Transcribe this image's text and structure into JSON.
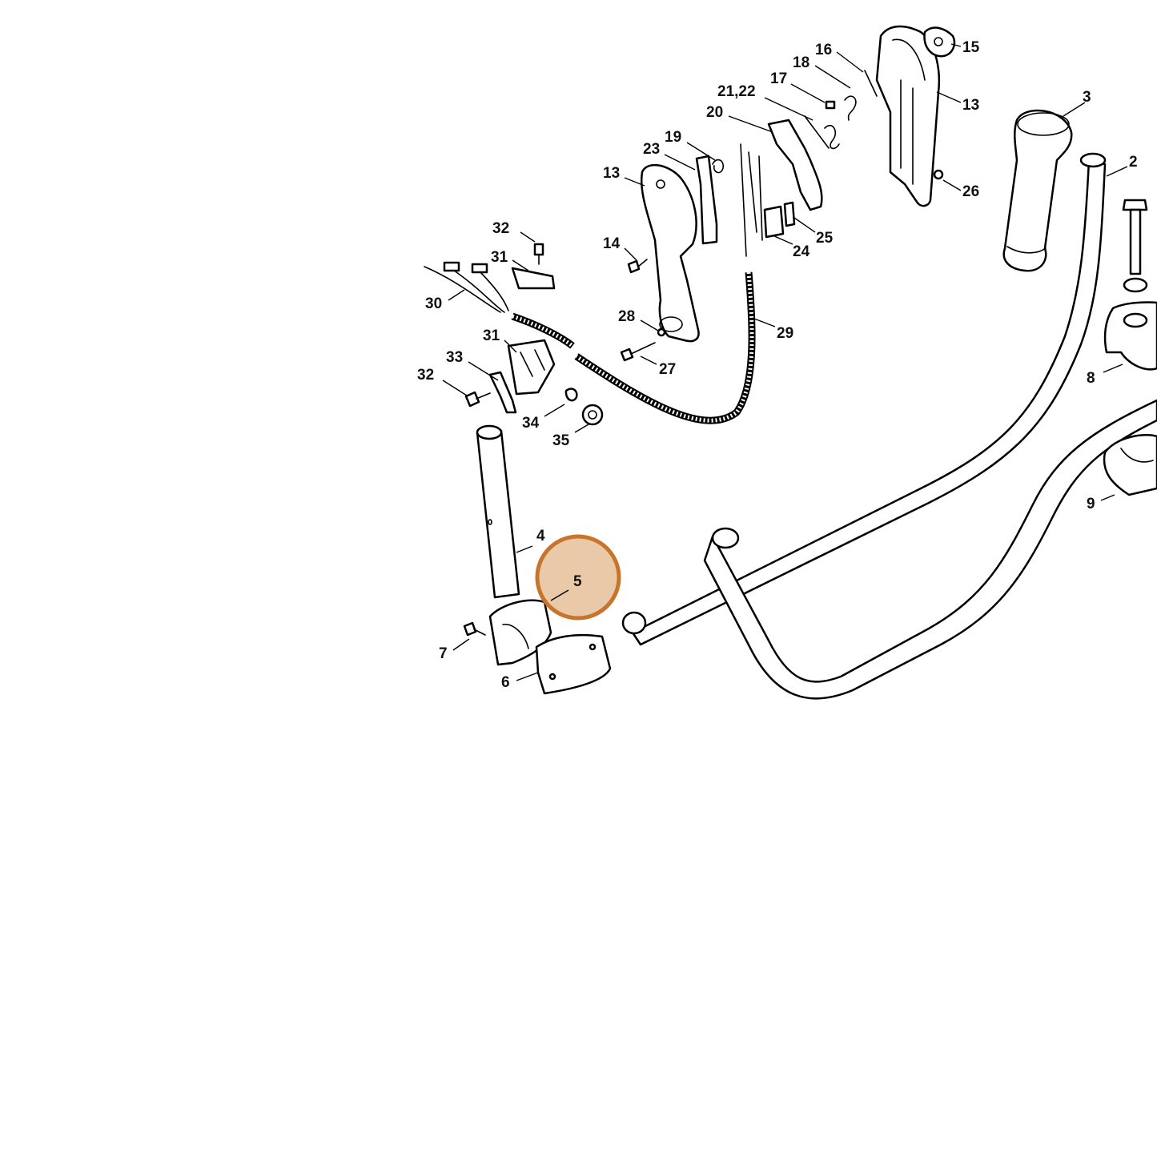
{
  "labels": {
    "l3": "3",
    "l2": "2",
    "l15": "15",
    "l16": "16",
    "l18": "18",
    "l17": "17",
    "l21_22": "21,22",
    "l20": "20",
    "l13a": "13",
    "l13b": "13",
    "l19": "19",
    "l23": "23",
    "l26": "26",
    "l25": "25",
    "l24": "24",
    "l14": "14",
    "l32a": "32",
    "l31a": "31",
    "l30": "30",
    "l28": "28",
    "l29": "29",
    "l27": "27",
    "l31b": "31",
    "l33": "33",
    "l32b": "32",
    "l34": "34",
    "l35": "35",
    "l8": "8",
    "l9": "9",
    "l4": "4",
    "l5": "5",
    "l7": "7",
    "l6": "6"
  },
  "highlight": {
    "color": "#c8742a",
    "fill": "#e8c39e",
    "label": "5"
  }
}
